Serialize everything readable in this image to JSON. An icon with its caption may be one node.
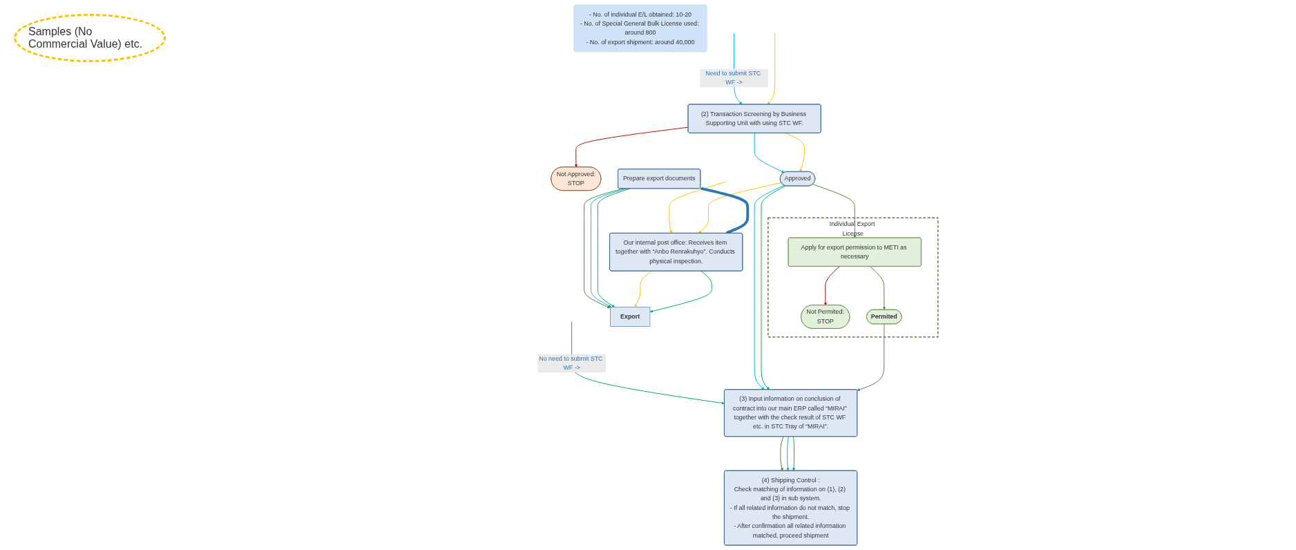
{
  "diagram": {
    "nodes": [
      {
        "text": [
          "Individual Export License"
        ]
      },
      {
        "text": [
          "Apply for export permission to METI as necessary"
        ],
        "in": 0
      },
      {
        "text": [
          "Not Permited:",
          "STOP"
        ],
        "in": 0
      },
      {
        "text": [
          "Permited"
        ],
        "in": 0
      },
      {
        "text": [
          "(2) Transaction Screening by Business Supporting Unit with using STC WF."
        ]
      },
      {
        "text": [
          "Not Approved:",
          "STOP"
        ]
      },
      {
        "text": [
          "Approved"
        ]
      },
      {
        "text": [
          "(3) Input information on conclusion of contract into our main ERP called “MIRAI” together with the check result of STC WF etc. in STC Tray of “MIRAI”."
        ]
      },
      {
        "text": [
          "(4) Shipping Control :",
          "Check matching of information on (1), (2) and (3) in sub system.",
          "- If all related information do not match, stop the shipment.",
          "- After confirmation all related information matched, proceed shipment"
        ]
      },
      {
        "text": [
          "Prepare export documents"
        ]
      },
      {
        "text": [
          "Our internal post office: Receives item together with “Anbo Renrakuhyo”. Conducts physical inspection."
        ]
      },
      {
        "text": [
          "Export"
        ]
      },
      {
        "text": [
          "- No. of individual E/L obtained: 10-20",
          "- No. of Special General Bulk License used: around 800",
          "- No. of export shipment: around 40,000"
        ]
      }
    ],
    "edges": [
      {
        "from": null,
        "to": 4,
        "arrow": "to",
        "label": "Need to submit STC WF ->",
        "color": "#00b0f0"
      },
      {
        "from": null,
        "to": 4,
        "arrow": "to",
        "color": "#ffc000"
      },
      {
        "from": null,
        "to": 7,
        "arrow": "to",
        "label": "No need to submit STC WF ->",
        "color": "#00b050"
      },
      {
        "from": null,
        "to": 10,
        "arrow": "to",
        "color": "#ffc000"
      },
      {
        "from": 4,
        "to": 5,
        "arrow": "to",
        "color": "#c00000"
      },
      {
        "from": 4,
        "to": 6,
        "arrow": "to",
        "color": "#00b0f0"
      },
      {
        "from": 4,
        "to": 6,
        "arrow": "to",
        "color": "#ffc000"
      },
      {
        "from": 6,
        "to": 1,
        "arrow": "to",
        "color": "#548235"
      },
      {
        "from": 6,
        "to": 7,
        "arrow": "to",
        "color": "#00b0f0"
      },
      {
        "from": 6,
        "to": 7,
        "arrow": "to",
        "color": "#00b050"
      },
      {
        "from": 6,
        "to": 10,
        "arrow": "to",
        "color": "#ffc000"
      },
      {
        "from": 1,
        "to": 2,
        "arrow": "to",
        "color": "#c00000"
      },
      {
        "from": 1,
        "to": 3,
        "arrow": "to",
        "color": "#548235"
      },
      {
        "from": 3,
        "to": 7,
        "arrow": "to",
        "color": "#548235"
      },
      {
        "from": 7,
        "to": 8,
        "arrow": "to",
        "color": "#548235"
      },
      {
        "from": 7,
        "to": 8,
        "arrow": "to",
        "color": "#00b0f0"
      },
      {
        "from": 7,
        "to": 8,
        "arrow": "to",
        "color": "#00b050"
      },
      {
        "from": 9,
        "to": 10,
        "arrow": "both",
        "style": "thick",
        "color": "#2e75b6"
      },
      {
        "from": 9,
        "to": 11,
        "arrow": "to",
        "color": "#548235"
      },
      {
        "from": 9,
        "to": 11,
        "arrow": "to",
        "color": "#00b0f0"
      },
      {
        "from": 9,
        "to": 11,
        "arrow": "to",
        "color": "#00b050"
      },
      {
        "from": 10,
        "to": 11,
        "arrow": "to",
        "color": "#ffc000"
      },
      {
        "from": 10,
        "to": 11,
        "arrow": "to",
        "color": "#00b050"
      }
    ],
    "labels": [
      "Samples (No Commercial Value) etc."
    ]
  }
}
